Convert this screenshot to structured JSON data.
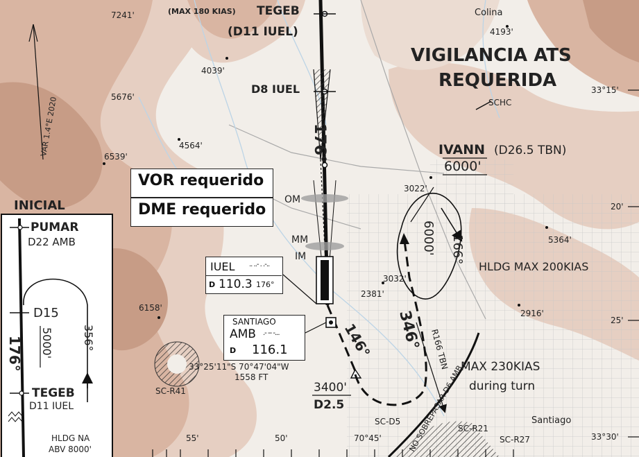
{
  "header": {
    "max_kias": "(MAX 180 KIAS)",
    "fix_name": "TEGEB",
    "fix_dist": "(D11 IUEL)",
    "d8": "D8 IUEL",
    "surveillance_line1": "VIGILANCIA ATS",
    "surveillance_line2": "REQUERIDA"
  },
  "requirements": {
    "vor": "VOR requerido",
    "dme": "DME requerido"
  },
  "fixes": {
    "ivann": "IVANN",
    "ivann_dist": "(D26.5 TBN)",
    "ivann_alt": "6000'",
    "hold_course": "166°",
    "hold_alt": "6000'",
    "hold_speed": "HLDG MAX 200KIAS",
    "outbound": "346°",
    "arc": "146°",
    "final": "176°",
    "alt_3400": "3400'",
    "d25": "D2.5",
    "radial": "R166 TBN",
    "turn_speed1": "MAX 230KIAS",
    "turn_speed2": "during turn",
    "no_pass": "NO SOBREPASAR D6 AMB"
  },
  "markers": {
    "om": "OM",
    "mm": "MM",
    "im": "IM"
  },
  "iuel": {
    "ident": "IUEL",
    "morse": ".. ..- . .-..",
    "d": "D",
    "freq": "110.3",
    "course": "176°"
  },
  "amb": {
    "city": "SANTIAGO",
    "ident": "AMB",
    "morse": ".- -- -...",
    "d": "D",
    "freq": "116.1",
    "coords": "33°25'11\"S 70°47'04\"W",
    "elev": "1558 FT"
  },
  "inset": {
    "title": "INICIAL",
    "pumar": "PUMAR",
    "pumar_dist": "D22 AMB",
    "d15": "D15",
    "alt": "5000'",
    "out_course": "356°",
    "in_course": "176°",
    "tegeb": "TEGEB",
    "tegeb_dist": "D11 IUEL",
    "hold_na1": "HLDG NA",
    "hold_na2": "ABV 8000'"
  },
  "terrain": {
    "e7241": "7241'",
    "e4039": "4039'",
    "e5676": "5676'",
    "e4564": "4564'",
    "e6539": "6539'",
    "e6158": "6158'",
    "e3022": "3022'",
    "e3032": "3032'",
    "e2381": "2381'",
    "e2916": "2916'",
    "e5364": "5364'",
    "e4193": "4193'",
    "var": "VAR 1.4°E 2020"
  },
  "places": {
    "colina": "Colina",
    "schc": "SCHC",
    "santiago": "Santiago"
  },
  "areas": {
    "r41": "SC-R41",
    "d5": "SC-D5",
    "r21": "SC-R21",
    "r27": "SC-R27"
  },
  "coords": {
    "lat1": "33°15'",
    "lat2": "20'",
    "lat3": "25'",
    "lat4": "33°30'",
    "lon1": "55'",
    "lon2": "50'",
    "lon3": "70°45'"
  },
  "colors": {
    "terrain_dark": "#c79c86",
    "terrain_light": "#e6cfc2",
    "urban_grid": "#c9c9c9",
    "ink": "#111111",
    "water": "#bcd4e6"
  }
}
